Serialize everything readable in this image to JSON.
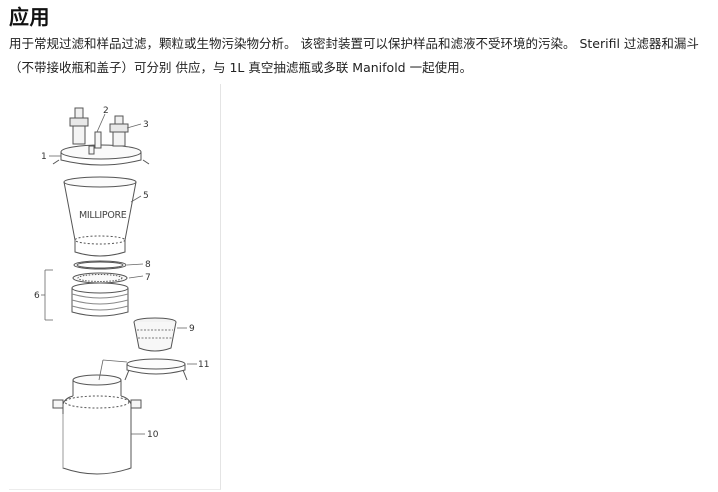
{
  "article": {
    "heading": "应用",
    "paragraph": "用于常规过滤和样品过滤，颗粒或生物污染物分析。 该密封装置可以保护样品和滤液不受环境的污染。 Sterifil 过滤器和漏斗（不带接收瓶和盖子）可分别 供应，与 1L 真空抽滤瓶或多联 Manifold 一起使用。"
  },
  "figure": {
    "brand_label": "MILLIPORE",
    "callouts": [
      "1",
      "2",
      "3",
      "5",
      "8",
      "7",
      "6",
      "9",
      "11",
      "10"
    ]
  }
}
